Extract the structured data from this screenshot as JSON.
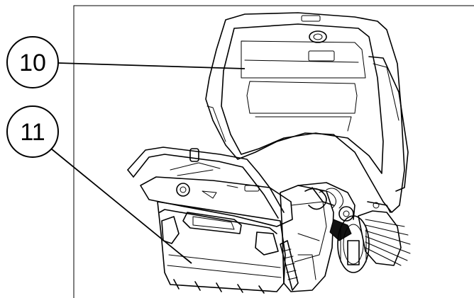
{
  "callouts": [
    {
      "label": "10",
      "target": "lid"
    },
    {
      "label": "11",
      "target": "front-hopper"
    }
  ],
  "colors": {
    "line": "#000000",
    "background": "#ffffff"
  }
}
